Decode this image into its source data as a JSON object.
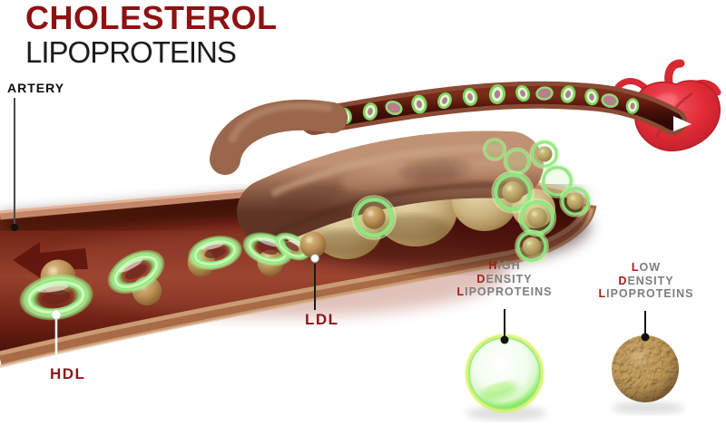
{
  "title": {
    "main": "CHOLESTEROL",
    "sub": "LIPOPROTEINS"
  },
  "callouts": {
    "artery": {
      "label": "ARTERY"
    },
    "hdl": {
      "label": "HDL"
    },
    "ldl": {
      "label": "LDL"
    }
  },
  "legend": {
    "hdl": {
      "lines": [
        {
          "accent": "H",
          "rest": "IGH"
        },
        {
          "accent": "D",
          "rest": "ENSITY"
        },
        {
          "accent": "L",
          "rest": "IPOPROTEINS"
        }
      ]
    },
    "ldl": {
      "lines": [
        {
          "accent": "L",
          "rest": "OW"
        },
        {
          "accent": "D",
          "rest": "ENSITY"
        },
        {
          "accent": "L",
          "rest": "IPOPROTEINS"
        }
      ]
    }
  },
  "illustration": {
    "parts": [
      "artery-spiral",
      "heart-icon",
      "hdl-ring-particles",
      "ldl-sphere-particles",
      "plaque-deposits",
      "blood-flow-arrow",
      "hdl-legend-sphere",
      "ldl-legend-sphere"
    ]
  },
  "colors": {
    "title_red": "#8e1212",
    "label_red": "#8e1414",
    "caption_gray": "#7d7d7d",
    "caption_accent": "#a11d1d",
    "heart_red": "#e02a35",
    "hdl_green": "#8fe87f",
    "ldl_brown": "#b3884a",
    "artery_inner_red": "#6e2114",
    "artery_wall_brown": "#9a6a50",
    "plaque_tan": "#cdb582"
  }
}
